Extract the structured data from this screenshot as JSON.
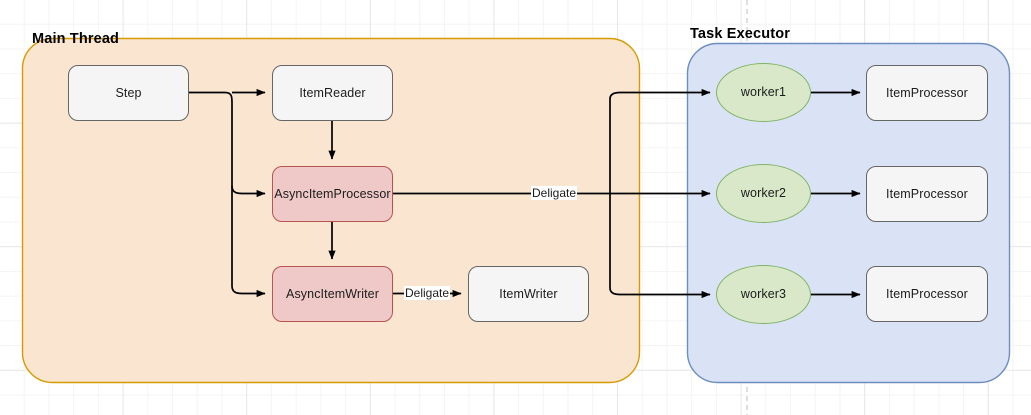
{
  "diagram": {
    "title_main": "Main Thread",
    "title_executor": "Task Executor",
    "colors": {
      "main_thread_fill": "#fae5d0",
      "main_thread_stroke": "#d79b00",
      "executor_fill": "#dae3f5",
      "executor_stroke": "#6c8ebf",
      "node_fill": "#f5f5f5",
      "node_stroke": "#666666",
      "async_fill": "#efc9c7",
      "async_stroke": "#b85450",
      "worker_fill": "#d8e8c8",
      "worker_stroke": "#82b366",
      "edge_stroke": "#000000",
      "grid_line": "#e8e8e8"
    },
    "main_thread": {
      "label": "Main Thread",
      "nodes": [
        {
          "id": "step",
          "label": "Step",
          "shape": "rounded-rect",
          "style": "gray"
        },
        {
          "id": "item-reader",
          "label": "ItemReader",
          "shape": "rounded-rect",
          "style": "gray"
        },
        {
          "id": "async-item-processor",
          "label": "AsyncItemProcessor",
          "shape": "rounded-rect",
          "style": "red"
        },
        {
          "id": "async-item-writer",
          "label": "AsyncItemWriter",
          "shape": "rounded-rect",
          "style": "red"
        },
        {
          "id": "item-writer",
          "label": "ItemWriter",
          "shape": "rounded-rect",
          "style": "gray"
        }
      ]
    },
    "task_executor": {
      "label": "Task Executor",
      "workers": [
        {
          "id": "worker1",
          "label": "worker1",
          "processor": "ItemProcessor"
        },
        {
          "id": "worker2",
          "label": "worker2",
          "processor": "ItemProcessor"
        },
        {
          "id": "worker3",
          "label": "worker3",
          "processor": "ItemProcessor"
        }
      ]
    },
    "edge_labels": {
      "processor_delegate": "Deligate",
      "writer_delegate": "Deligate"
    }
  }
}
